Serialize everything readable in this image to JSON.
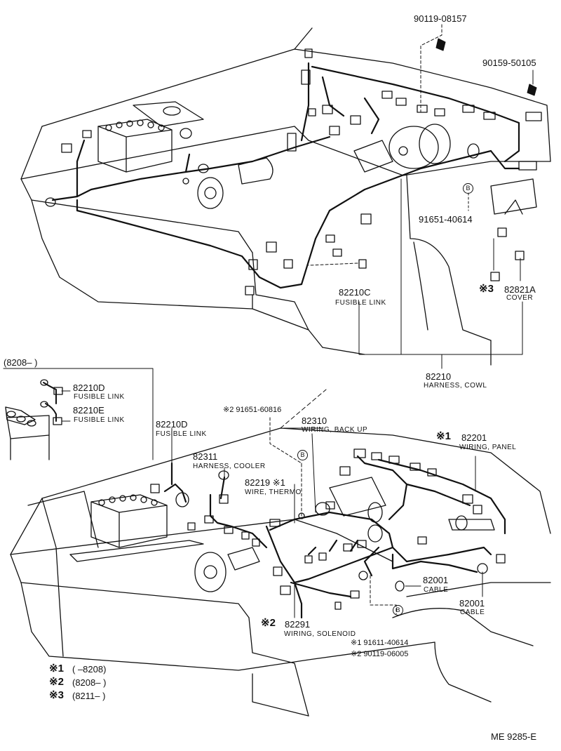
{
  "top": {
    "p90119_08157": "90119-08157",
    "p90159_50105": "90159-50105",
    "p91651_40614": "91651-40614",
    "b_marker": "B",
    "p82210C": "82210C",
    "p82210C_desc": "FUSIBLE LINK",
    "p82821A_mark": "※3",
    "p82821A": "82821A",
    "p82821A_desc": "COVER",
    "p82210": "82210",
    "p82210_desc": "HARNESS, COWL"
  },
  "inset": {
    "range": "(8208–        )",
    "p82210D": "82210D",
    "p82210D_desc": "FUSIBLE LINK",
    "p82210E": "82210E",
    "p82210E_desc": "FUSIBLE LINK"
  },
  "bottom": {
    "p91651_60816": "※2 91651-60816",
    "p82310": "82310",
    "p82310_desc": "WIRING, BACK UP",
    "p82201_mark": "※1",
    "p82201": "82201",
    "p82201_desc": "WIRING, PANEL",
    "p82210D": "82210D",
    "p82210D_desc": "FUSIBLE LINK",
    "p82311": "82311",
    "p82311_desc": "HARNESS, COOLER",
    "p82219": "82219 ※1",
    "p82219_desc": "WIRE, THERMO",
    "b_marker1": "B",
    "b_marker2": "B",
    "p82001a": "82001",
    "p82001a_desc": "CABLE",
    "p82001b": "82001",
    "p82001b_desc": "CABLE",
    "p82291_mark": "※2",
    "p82291": "82291",
    "p82291_desc": "WIRING, SOLENOID",
    "ref1": "※1 91611-40614",
    "ref2": "※2 90119-06005"
  },
  "legend": [
    {
      "mark": "※1",
      "range": "(        –8208)"
    },
    {
      "mark": "※2",
      "range": "(8208–        )"
    },
    {
      "mark": "※3",
      "range": "(8211–        )"
    }
  ],
  "footer": {
    "code": "ME  9285-E"
  }
}
